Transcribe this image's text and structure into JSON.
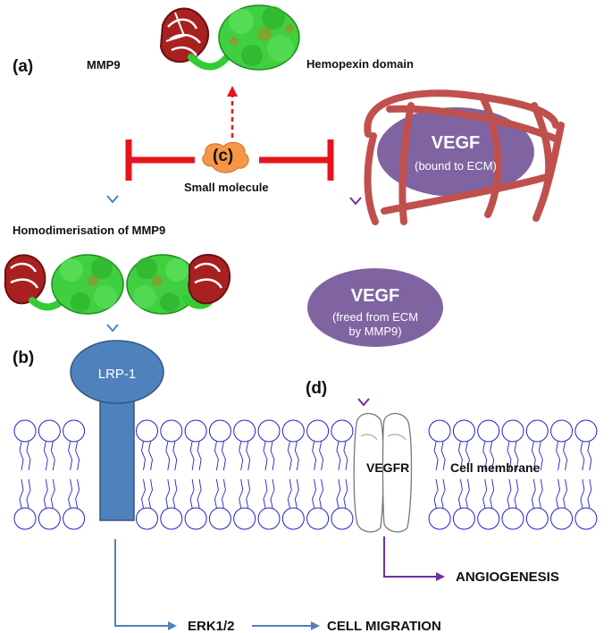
{
  "panels": {
    "a": "(a)",
    "b": "(b)",
    "c": "(c)",
    "d": "(d)"
  },
  "labels": {
    "mmp9": "MMP9",
    "hemopexin": "Hemopexin domain",
    "small_molecule": "Small molecule",
    "homodimerisation": "Homodimerisation of MMP9",
    "lrp1": "LRP-1",
    "vegfr": "VEGFR",
    "cell_membrane": "Cell membrane",
    "angiogenesis": "ANGIOGENESIS",
    "erk": "ERK1/2",
    "cell_migration": "CELL MIGRATION"
  },
  "vegf_bound": {
    "title": "VEGF",
    "subtitle": "(bound to ECM)"
  },
  "vegf_free": {
    "title": "VEGF",
    "line1": "(freed from ECM",
    "line2": "by MMP9)"
  },
  "colors": {
    "inhibition": "#e8141b",
    "vegf": "#8064a2",
    "ecm": "#c0504d",
    "lrp1": "#4f81bd",
    "membrane": "#2222cc",
    "arrow_blue": "#4f81bd",
    "arrow_purple": "#7030a0",
    "protein_green": "#33cc33",
    "protein_red": "#a01010",
    "small_molecule": "#f79646"
  }
}
